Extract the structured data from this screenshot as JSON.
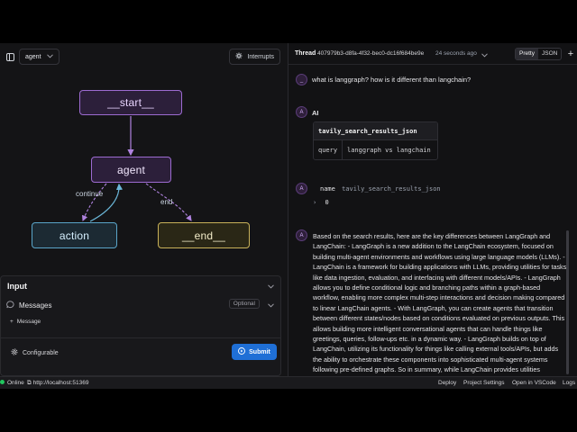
{
  "left_panel": {
    "graph_selector": {
      "value": "agent"
    },
    "interrupts_label": "Interrupts",
    "graph": {
      "nodes": {
        "start": "__start__",
        "agent": "agent",
        "action": "action",
        "end": "__end__"
      },
      "edges": {
        "continue_label": "continue",
        "end_label": "end"
      }
    },
    "input": {
      "title": "Input",
      "messages_label": "Messages",
      "optional_badge": "Optional",
      "add_message_label": "Message",
      "configurable_label": "Configurable",
      "submit_label": "Submit"
    }
  },
  "right_panel": {
    "thread": {
      "label": "Thread",
      "id": "407979b3-d8fa-4f32-bec0-dc16f684be9e",
      "time": "24 seconds ago"
    },
    "view_toggle": {
      "options": [
        "Pretty",
        "JSON"
      ],
      "selected": "Pretty"
    },
    "messages": {
      "human": {
        "avatar": "_",
        "text": "what is langgraph? how is it different than langchain?"
      },
      "ai_call": {
        "avatar": "A",
        "label": "AI",
        "tool_name": "tavily_search_results_json",
        "arg_key": "query",
        "arg_value": "langgraph vs langchain"
      },
      "tool_result": {
        "avatar": "A",
        "name_key": "name",
        "name_value": "tavily_search_results_json",
        "chevron": "›",
        "value": "0"
      },
      "ai_answer": {
        "avatar": "A",
        "text": "Based on the search results, here are the key differences between LangGraph and LangChain: - LangGraph is a new addition to the LangChain ecosystem, focused on building multi-agent environments and workflows using large language models (LLMs). - LangChain is a framework for building applications with LLMs, providing utilities for tasks like data ingestion, evaluation, and interfacing with different models/APIs. - LangGraph allows you to define conditional logic and branching paths within a graph-based workflow, enabling more complex multi-step interactions and decision making compared to linear LangChain agents. - With LangGraph, you can create agents that transition between different states/nodes based on conditions evaluated on previous outputs. This allows building more intelligent conversational agents that can handle things like greetings, queries, follow-ups etc. in a dynamic way. - LangGraph builds on top of LangChain, utilizing its functionality for things like calling external tools/APIs, but adds the ability to orchestrate these components into sophisticated multi-agent systems following pre-defined graphs. So in summary, while LangChain provides utilities"
      }
    }
  },
  "status_bar": {
    "online_label": "Online",
    "url": "http://localhost:51369",
    "deploy": "Deploy",
    "project_settings": "Project Settings",
    "open_vscode": "Open in VSCode",
    "logs": "Logs"
  },
  "colors": {
    "purple_node": "#9d6bd1",
    "blue_node": "#5aa5c9",
    "yellow_node": "#c9b25a",
    "submit_blue": "#1f6fd6",
    "online_green": "#22c55e"
  }
}
